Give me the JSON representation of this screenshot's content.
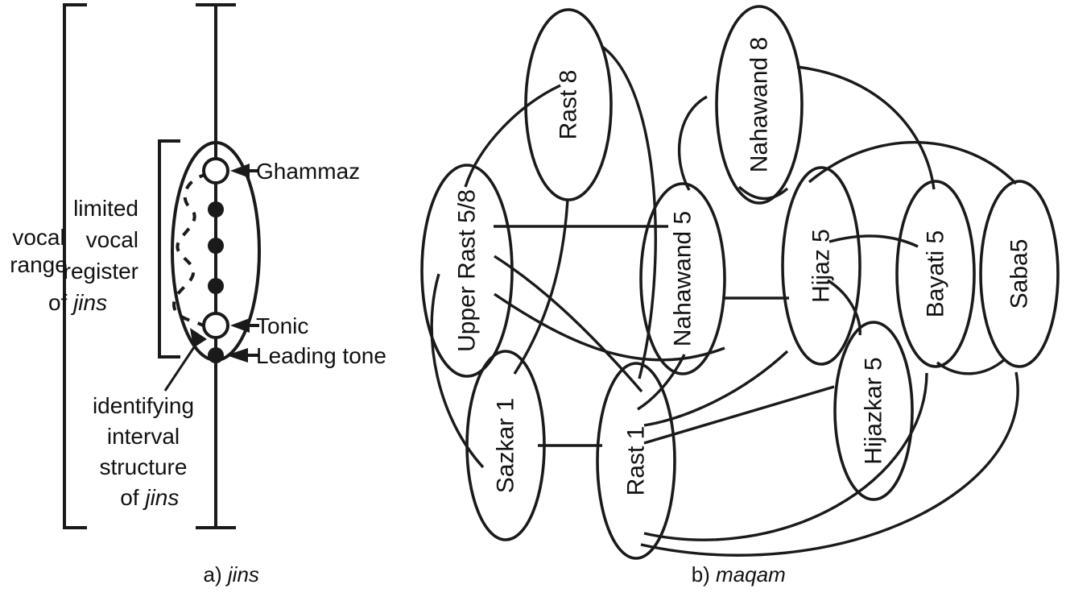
{
  "figure": {
    "panels": [
      {
        "id": "a",
        "caption_prefix": "a)",
        "caption_term": "jins"
      },
      {
        "id": "b",
        "caption_prefix": "b)",
        "caption_term": "maqam"
      }
    ]
  },
  "panel_a": {
    "outer_bracket_label": {
      "line1": "vocal",
      "line2": "range"
    },
    "inner_bracket_label": {
      "line1": "limited",
      "line2": "vocal",
      "line3": "register",
      "line4_plain": "of ",
      "line4_italic": "jins"
    },
    "callouts": [
      {
        "name": "ghammaz",
        "text": "Ghammaz",
        "marker": "open-circle"
      },
      {
        "name": "tonic",
        "text": "Tonic",
        "marker": "open-circle"
      },
      {
        "name": "leading-tone",
        "text": "Leading tone",
        "marker": "filled-dot"
      }
    ],
    "interval_note": {
      "line1": "identifying",
      "line2": "interval",
      "line3": "structure",
      "line4_plain": "of ",
      "line4_italic": "jins"
    },
    "degrees": [
      {
        "name": "ghammaz",
        "type": "open-circle"
      },
      {
        "name": "degree-4",
        "type": "filled-dot"
      },
      {
        "name": "degree-3",
        "type": "filled-dot"
      },
      {
        "name": "degree-2",
        "type": "filled-dot"
      },
      {
        "name": "tonic",
        "type": "open-circle"
      },
      {
        "name": "leading-tone",
        "type": "filled-dot"
      }
    ]
  },
  "panel_b": {
    "nodes": [
      {
        "id": "rast8",
        "label": "Rast 8"
      },
      {
        "id": "nahawand8",
        "label": "Nahawand 8"
      },
      {
        "id": "upperrast58",
        "label": "Upper Rast 5/8"
      },
      {
        "id": "nahawand5",
        "label": "Nahawand 5"
      },
      {
        "id": "hijaz5",
        "label": "Hijaz 5"
      },
      {
        "id": "bayati5",
        "label": "Bayati 5"
      },
      {
        "id": "saba5",
        "label": "Saba5"
      },
      {
        "id": "sazkar1",
        "label": "Sazkar 1"
      },
      {
        "id": "rast1",
        "label": "Rast 1"
      },
      {
        "id": "hijazkar5",
        "label": "Hijazkar 5"
      }
    ],
    "edges": [
      {
        "from": "upperrast58",
        "to": "rast8"
      },
      {
        "from": "upperrast58",
        "to": "nahawand5"
      },
      {
        "from": "upperrast58",
        "to": "rast1"
      },
      {
        "from": "upperrast58",
        "to": "hijaz5"
      },
      {
        "from": "upperrast58",
        "to": "sazkar1"
      },
      {
        "from": "rast8",
        "to": "sazkar1"
      },
      {
        "from": "rast8",
        "to": "rast1"
      },
      {
        "from": "nahawand8",
        "to": "nahawand5"
      },
      {
        "from": "nahawand8",
        "to": "bayati5"
      },
      {
        "from": "nahawand8",
        "to": "hijaz5"
      },
      {
        "from": "nahawand5",
        "to": "hijaz5"
      },
      {
        "from": "nahawand5",
        "to": "rast1"
      },
      {
        "from": "hijaz5",
        "to": "rast1"
      },
      {
        "from": "hijaz5",
        "to": "bayati5"
      },
      {
        "from": "hijaz5",
        "to": "hijazkar5"
      },
      {
        "from": "bayati5",
        "to": "saba5"
      },
      {
        "from": "bayati5",
        "to": "rast1"
      },
      {
        "from": "saba5",
        "to": "rast1"
      },
      {
        "from": "sazkar1",
        "to": "rast1"
      },
      {
        "from": "rast1",
        "to": "hijazkar5"
      }
    ]
  },
  "colors": {
    "ink": "#1a1a1a",
    "paper": "#ffffff"
  }
}
